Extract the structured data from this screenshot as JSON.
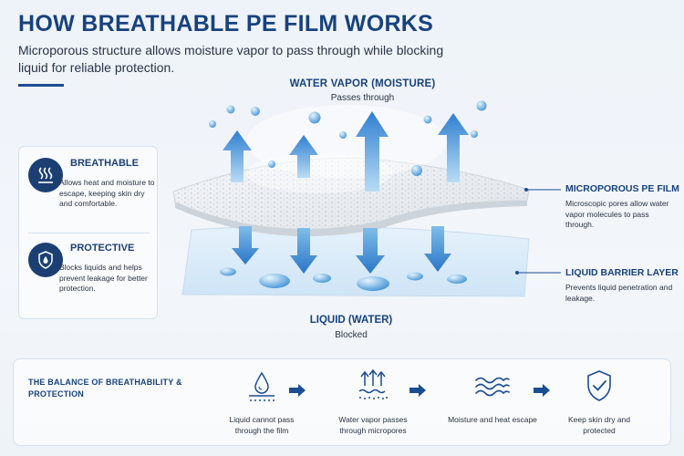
{
  "header": {
    "title": "HOW BREATHABLE PE FILM WORKS",
    "subtitle": "Microporous structure allows moisture vapor to pass through while blocking liquid for reliable protection."
  },
  "features": [
    {
      "title": "BREATHABLE",
      "description": "Allows heat and moisture to escape, keeping skin dry and comfortable.",
      "icon": "heat-waves-icon"
    },
    {
      "title": "PROTECTIVE",
      "description": "Blocks liquids and helps prevent leakage for better protection.",
      "icon": "shield-drop-icon"
    }
  ],
  "diagram": {
    "top_label": "WATER VAPOR (MOISTURE)",
    "top_sublabel": "Passes through",
    "bottom_label": "LIQUID (WATER)",
    "bottom_sublabel": "Blocked"
  },
  "callouts": [
    {
      "title": "MICROPOROUS PE FILM",
      "description": "Microscopic pores allow water vapor molecules to pass through."
    },
    {
      "title": "LIQUID BARRIER LAYER",
      "description": "Prevents liquid penetration and leakage."
    }
  ],
  "balance": {
    "title": "THE BALANCE OF BREATHABILITY & PROTECTION",
    "steps": [
      {
        "label": "Liquid cannot pass through the film",
        "icon": "drop-on-surface-icon"
      },
      {
        "label": "Water vapor passes through micropores",
        "icon": "vapor-up-arrows-icon"
      },
      {
        "label": "Moisture and heat escape",
        "icon": "wind-waves-icon"
      },
      {
        "label": "Keep skin dry and protected",
        "icon": "shield-check-icon"
      }
    ]
  },
  "colors": {
    "primary": "#17427d",
    "accent": "#2f80d1",
    "light_blue": "#7fc0ec"
  }
}
